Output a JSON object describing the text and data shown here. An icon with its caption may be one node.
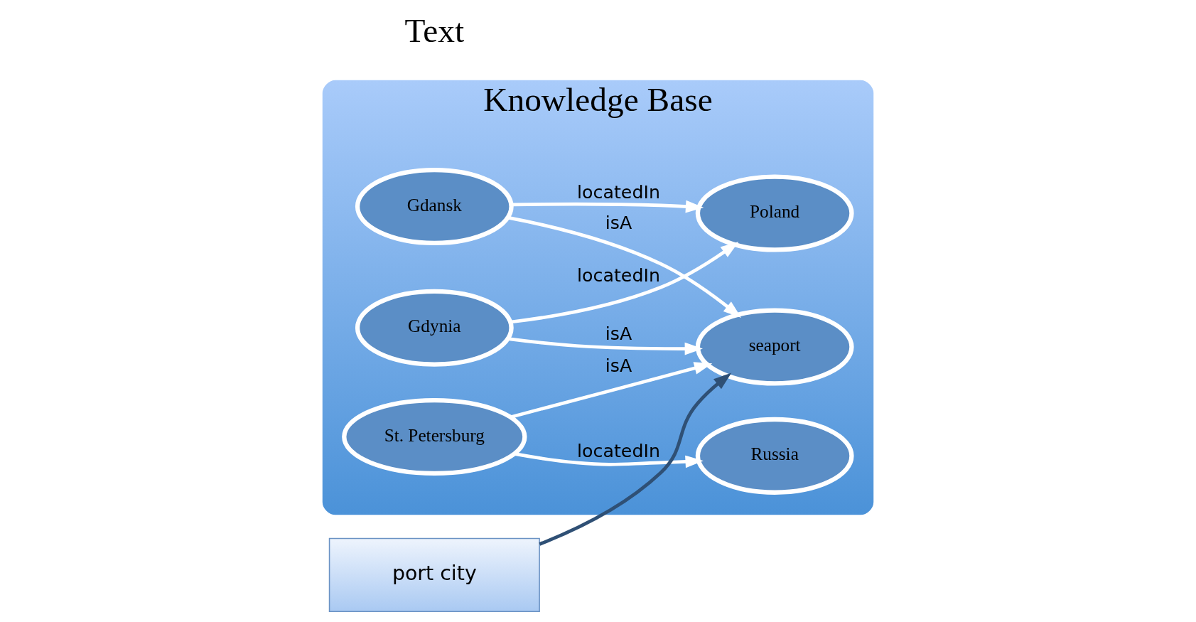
{
  "diagram": {
    "nodes": [
      {
        "text": [
          "Knowledge Base"
        ]
      },
      {
        "text": [
          "port city"
        ]
      },
      {
        "text": [
          "seaport"
        ],
        "in": 0
      },
      {
        "text": [
          "Gdansk"
        ],
        "in": 0
      },
      {
        "text": [
          "Poland"
        ],
        "in": 0
      },
      {
        "text": [
          "Gdynia"
        ],
        "in": 0
      },
      {
        "text": [
          "St. Petersburg"
        ],
        "in": 0
      },
      {
        "text": [
          "Russia"
        ],
        "in": 0
      }
    ],
    "edges": [
      {
        "from": 1,
        "to": 2,
        "arrow": "to",
        "color": "#2f5075"
      },
      {
        "from": 3,
        "to": 2,
        "arrow": "to",
        "label": "isA"
      },
      {
        "from": 3,
        "to": 4,
        "arrow": "to",
        "label": "locatedIn"
      },
      {
        "from": 5,
        "to": 2,
        "arrow": "to",
        "label": "isA"
      },
      {
        "from": 5,
        "to": 4,
        "arrow": "to",
        "label": "locatedIn"
      },
      {
        "from": 6,
        "to": 2,
        "arrow": "to",
        "label": "isA"
      },
      {
        "from": 6,
        "to": 7,
        "arrow": "to",
        "label": "locatedIn"
      }
    ],
    "labels": [
      "Text"
    ]
  }
}
